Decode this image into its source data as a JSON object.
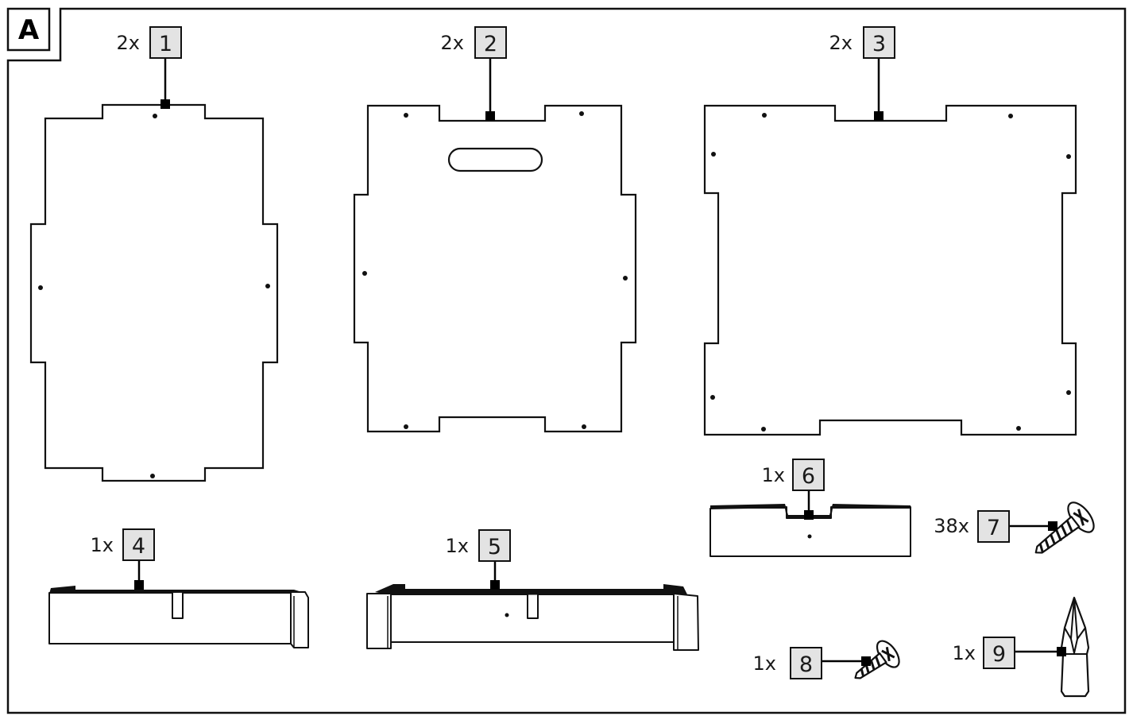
{
  "section_label": "A",
  "parts": [
    {
      "number": "1",
      "qty": "2x",
      "name": "side-panel"
    },
    {
      "number": "2",
      "qty": "2x",
      "name": "handle-panel"
    },
    {
      "number": "3",
      "qty": "2x",
      "name": "base-panel"
    },
    {
      "number": "4",
      "qty": "1x",
      "name": "rail-short"
    },
    {
      "number": "5",
      "qty": "1x",
      "name": "rail-long"
    },
    {
      "number": "6",
      "qty": "1x",
      "name": "divider-block"
    },
    {
      "number": "7",
      "qty": "38x",
      "name": "screw"
    },
    {
      "number": "8",
      "qty": "1x",
      "name": "screw-single"
    },
    {
      "number": "9",
      "qty": "1x",
      "name": "screwdriver-bit"
    }
  ],
  "colors": {
    "label_box": "#e3e3e3",
    "line": "#111111",
    "background": "#ffffff"
  }
}
